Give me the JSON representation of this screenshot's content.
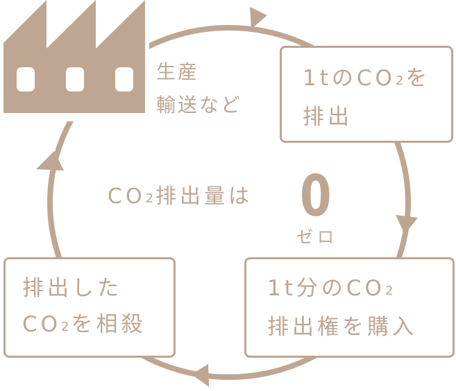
{
  "colors": {
    "accent": "#bea692"
  },
  "factory": {
    "icon": "factory-icon",
    "label_line1": "生産",
    "label_line2": "輸送など"
  },
  "steps": [
    {
      "line1": "1tのCO",
      "line1_sub": "2",
      "line1_suffix": "を",
      "line2": "排出"
    },
    {
      "line1": "1t分のCO",
      "line1_sub": "2",
      "line2": "排出権を購入"
    },
    {
      "line1": "排出した",
      "line2_prefix": "CO",
      "line2_sub": "2",
      "line2": "を相殺"
    }
  ],
  "center": {
    "prefix": "CO",
    "sub": "2",
    "text": "排出量は",
    "zero": "0",
    "zero_reading": "ゼロ"
  }
}
